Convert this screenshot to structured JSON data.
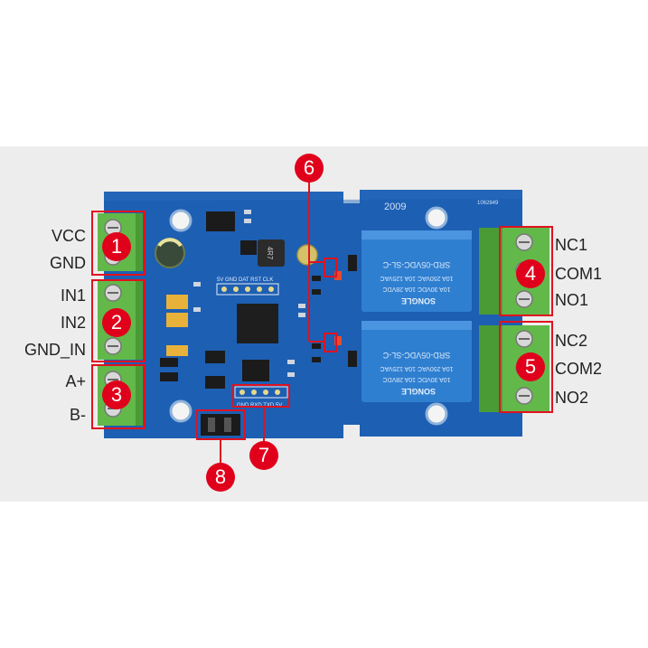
{
  "labels": {
    "left": [
      "VCC",
      "GND",
      "IN1",
      "IN2",
      "GND_IN",
      "A+",
      "B-"
    ],
    "right": [
      "NC1",
      "COM1",
      "NO1",
      "NC2",
      "COM2",
      "NO2"
    ]
  },
  "badges": [
    "1",
    "2",
    "3",
    "4",
    "5",
    "6",
    "7",
    "8"
  ],
  "board": {
    "relay_top_text": [
      "SRD-05VDC-SL-C",
      "10A 250VAC 10A 125VAC",
      "10A 30VDC 10A 28VDC"
    ],
    "relay_brand": "SONGLE",
    "header_top": "5V GND DAT RST CLK",
    "header_bottom": "GND RXD TXD 5V",
    "silk_2009": "2009",
    "silk_code": "1062849",
    "inductor": "4R7"
  },
  "colors": {
    "pcb": "#1d5fb3",
    "relay": "#2f7fd1",
    "terminal": "#63b84a",
    "callout": "#e0121f"
  }
}
